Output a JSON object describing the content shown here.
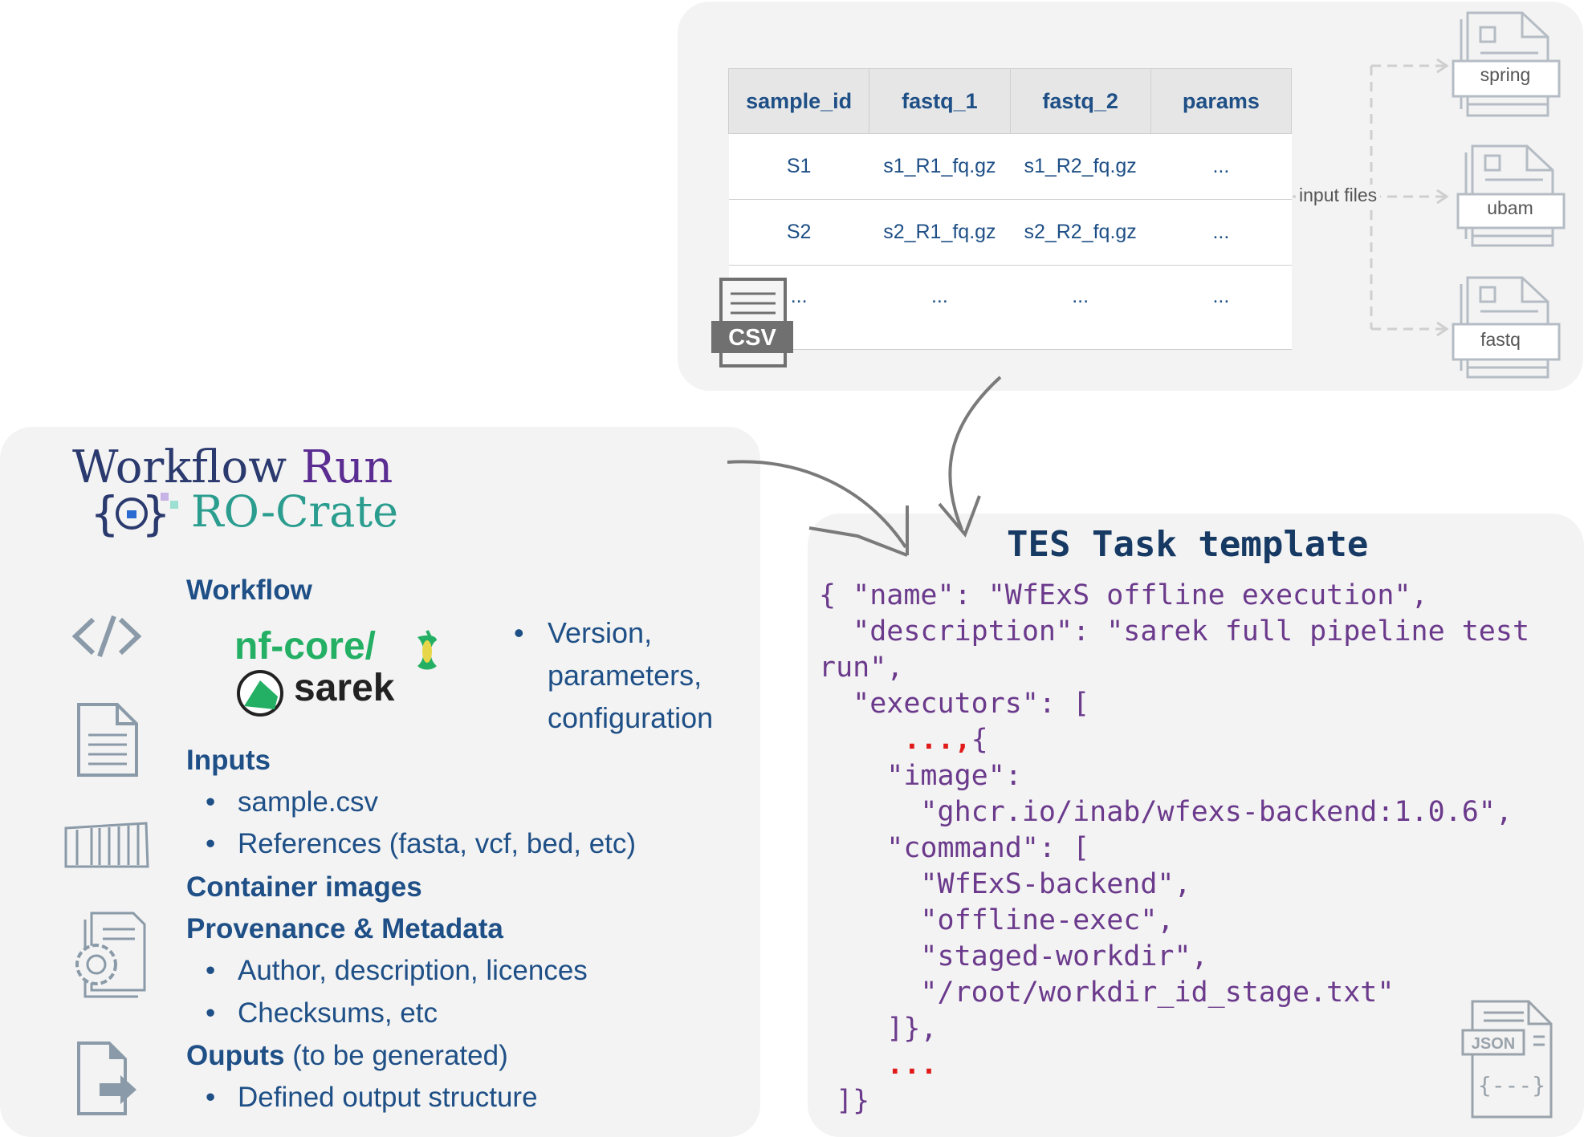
{
  "csv_table": {
    "headers": [
      "sample_id",
      "fastq_1",
      "fastq_2",
      "params"
    ],
    "rows": [
      [
        "S1",
        "s1_R1_fq.gz",
        "s1_R2_fq.gz",
        "..."
      ],
      [
        "S2",
        "s2_R1_fq.gz",
        "s2_R2_fq.gz",
        "..."
      ],
      [
        "...",
        "...",
        "...",
        "..."
      ]
    ],
    "csv_badge": "CSV"
  },
  "input_files": {
    "label": "input files",
    "types": [
      "spring",
      "ubam",
      "fastq"
    ]
  },
  "ro_crate": {
    "title_part1": "Workflow",
    "title_part2": "Run",
    "subtitle": "RO-Crate",
    "workflow_heading": "Workflow",
    "nf_core_text": "nf-core/",
    "sarek_text": "sarek",
    "workflow_bullet": [
      "Version,",
      "parameters,",
      "configuration"
    ],
    "inputs_heading": "Inputs",
    "inputs_items": [
      "sample.csv",
      "References (fasta, vcf, bed, etc)"
    ],
    "containers_heading": "Container images",
    "provenance_heading": "Provenance & Metadata",
    "provenance_items": [
      "Author, description, licences",
      "Checksums, etc"
    ],
    "outputs_heading": "Ouputs",
    "outputs_note": "(to be generated)",
    "outputs_items": [
      "Defined output structure"
    ]
  },
  "tes": {
    "title": "TES Task template",
    "code_lines": [
      "{ \"name\": \"WfExS offline execution\",",
      "  \"description\": \"sarek full pipeline test",
      "run\",",
      "  \"executors\": [",
      "{",
      "    \"image\":",
      "      \"ghcr.io/inab/wfexs-backend:1.0.6\",",
      "    \"command\": [",
      "      \"WfExS-backend\",",
      "      \"offline-exec\",",
      "      \"staged-workdir\",",
      "      \"/root/workdir_id_stage.txt\"",
      "    ]},",
      "",
      " ]}"
    ],
    "ellipsis_1": "...,",
    "ellipsis_2": "...",
    "json_badge": "JSON",
    "json_braces": "{---}"
  },
  "colors": {
    "heading_blue": "#1e4f86",
    "code_purple": "#6b3a8c",
    "ellipsis_red": "#e11a1a",
    "panel_bg": "#f3f3f3"
  }
}
